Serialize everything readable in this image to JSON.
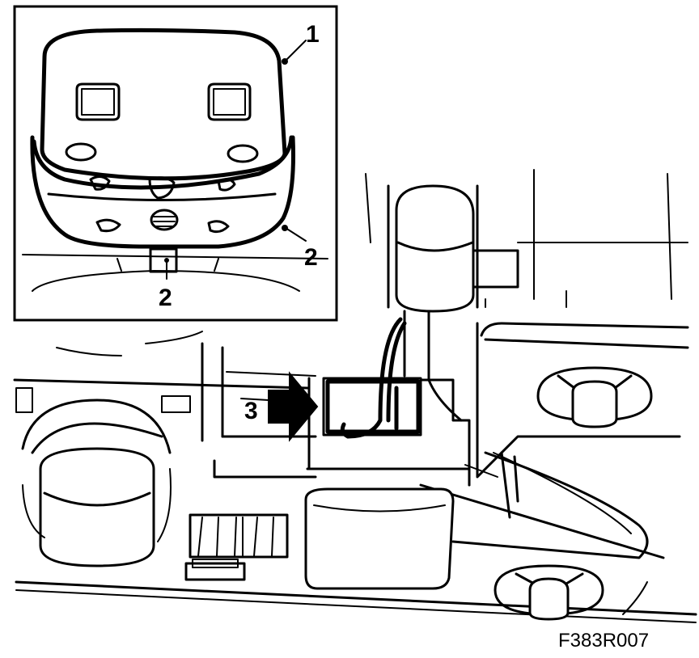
{
  "callouts": {
    "label_1": "1",
    "label_2_right": "2",
    "label_2_bottom": "2",
    "label_3": "3"
  },
  "figure_id": "F383R007",
  "colors": {
    "ink": "#000000",
    "paper": "#ffffff"
  }
}
